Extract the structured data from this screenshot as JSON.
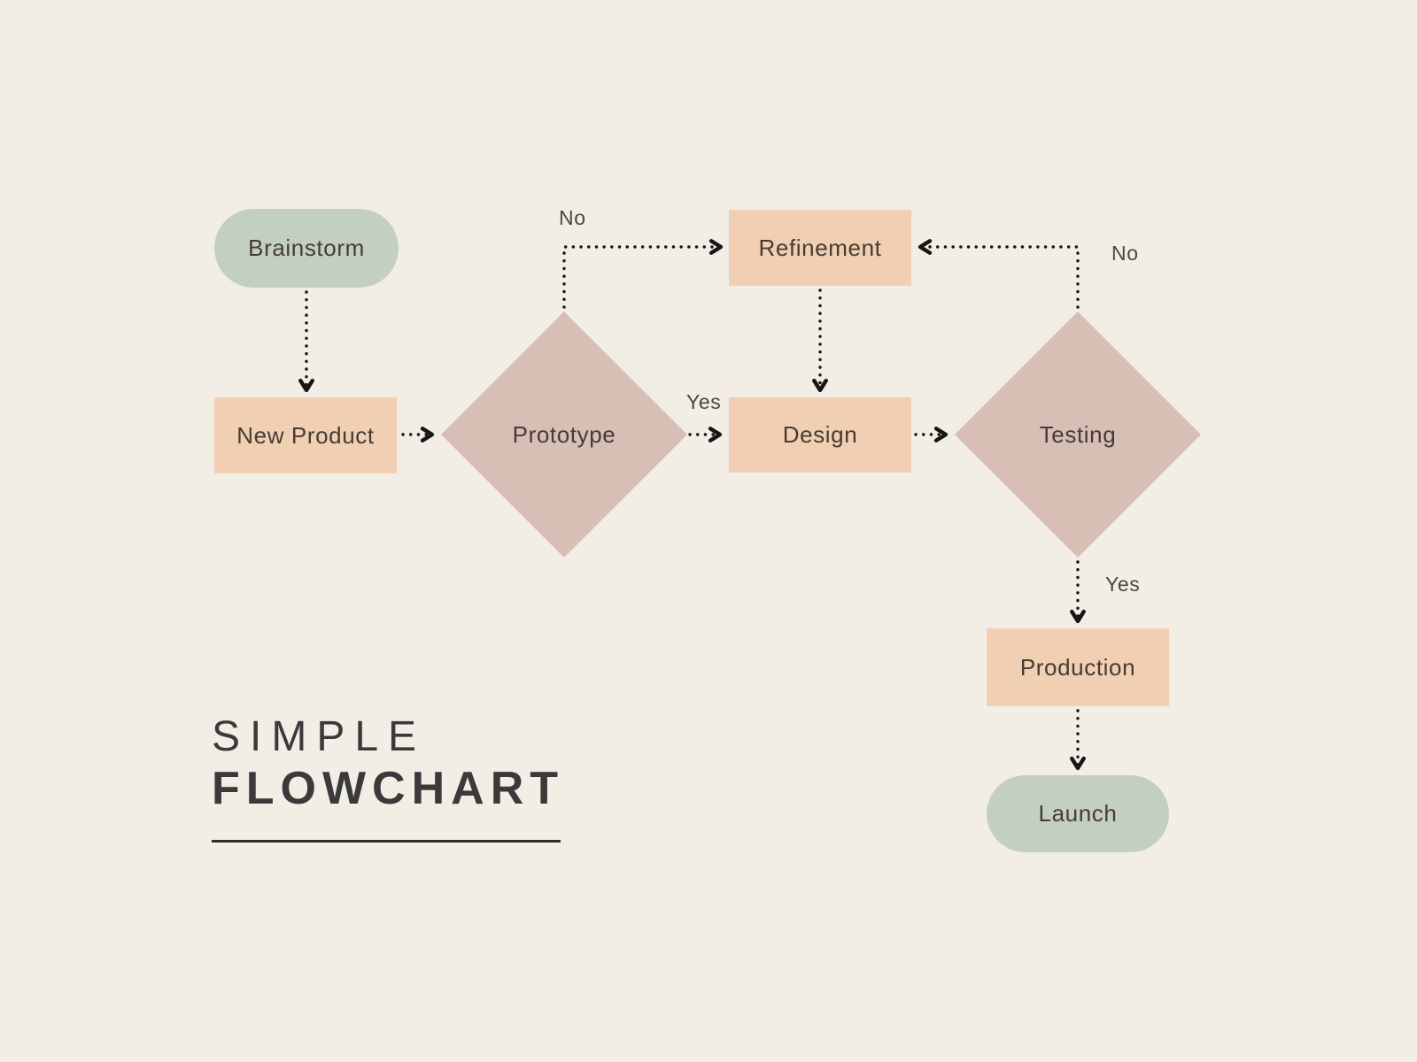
{
  "title": {
    "line1": "SIMPLE",
    "line2": "FLOWCHART"
  },
  "colors": {
    "background": "#f3eee5",
    "sage": "#c4cfc4",
    "peach": "#f1cfb2",
    "rose": "#d7bfb6",
    "line": "#161616",
    "node_text": "#463c34",
    "title_text": "#3a3a3a",
    "label_text": "#474747"
  },
  "nodes": [
    {
      "id": "brainstorm",
      "label": "Brainstorm",
      "shape": "pill"
    },
    {
      "id": "new-product",
      "label": "New Product",
      "shape": "rect"
    },
    {
      "id": "prototype",
      "label": "Prototype",
      "shape": "diamond"
    },
    {
      "id": "refinement",
      "label": "Refinement",
      "shape": "rect"
    },
    {
      "id": "design",
      "label": "Design",
      "shape": "rect"
    },
    {
      "id": "testing",
      "label": "Testing",
      "shape": "diamond"
    },
    {
      "id": "production",
      "label": "Production",
      "shape": "rect"
    },
    {
      "id": "launch",
      "label": "Launch",
      "shape": "pill"
    }
  ],
  "edge_labels": {
    "prototype_no": "No",
    "prototype_yes": "Yes",
    "testing_no": "No",
    "testing_yes": "Yes"
  }
}
